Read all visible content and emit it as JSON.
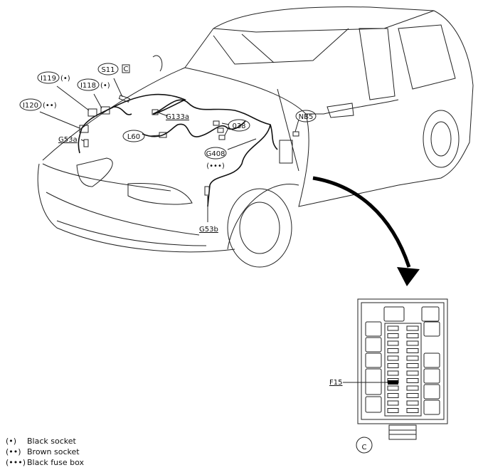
{
  "callouts": {
    "i119": {
      "label": "I119",
      "socket": "(•)"
    },
    "i118": {
      "label": "I118",
      "socket": "(•)"
    },
    "s11": {
      "label": "S11",
      "ref": "C"
    },
    "i120": {
      "label": "I120",
      "socket": "(••)"
    },
    "g53a": {
      "label": "G53a"
    },
    "g133a": {
      "label": "G133a"
    },
    "l60": {
      "label": "L60"
    },
    "c038": {
      "label": "038"
    },
    "nb5": {
      "label": "NB5"
    },
    "g408": {
      "label": "G408",
      "socket": "(•••)"
    },
    "g53b": {
      "label": "G53b"
    }
  },
  "fuse_box": {
    "fuse_label": "F15",
    "view_label": "C"
  },
  "legend": [
    {
      "symbol": "(•)",
      "text": "Black socket"
    },
    {
      "symbol": "(••)",
      "text": "Brown socket"
    },
    {
      "symbol": "(•••)",
      "text": "Black fuse box"
    }
  ]
}
